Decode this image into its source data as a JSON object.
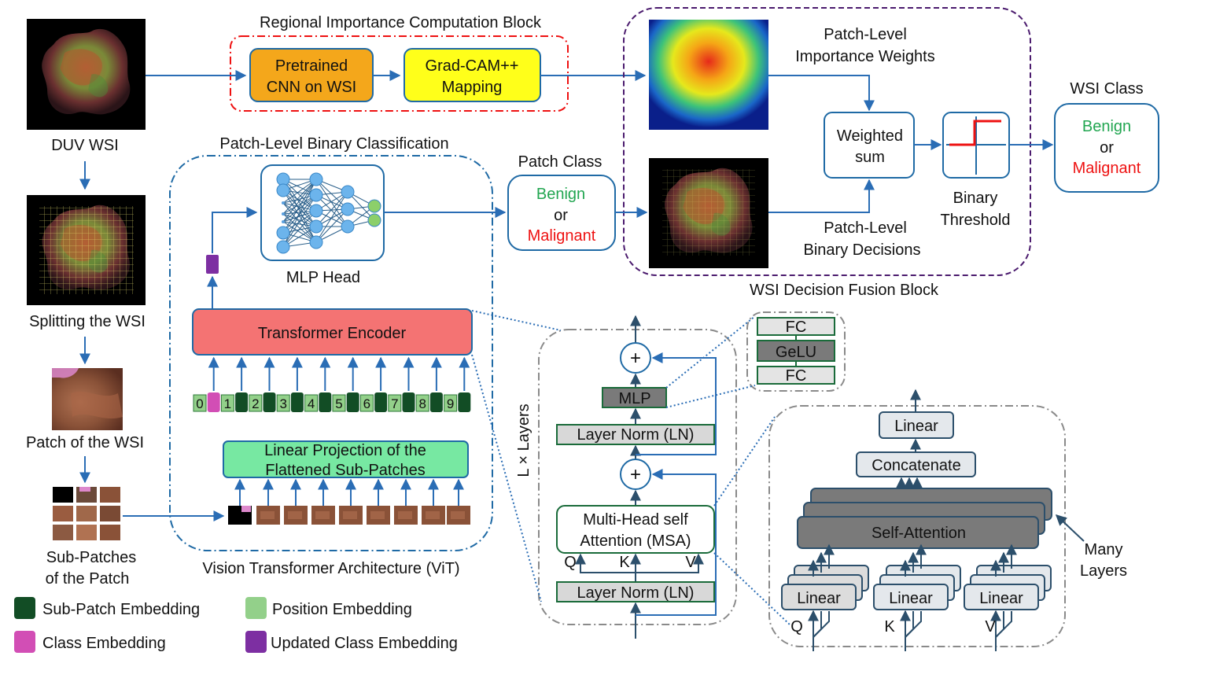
{
  "colors": {
    "arrow": "#2a6db5",
    "box_border": "#1f6aa5",
    "benign": "#22a651",
    "malignant": "#ee1111",
    "cnn_fill": "#f4a71b",
    "gradcam_fill": "#ffff1a",
    "transformer_fill": "#f47373",
    "linear_proj_fill": "#77e8a2",
    "subpatch_embed": "#124d25",
    "position_embed": "#93d08a",
    "class_embed": "#d24eb5",
    "updated_class_embed": "#7d2fa2",
    "red_dashdot": "#ee1111",
    "purple_dashed": "#4b1b6e",
    "gray_dashed": "#8a8a8a"
  },
  "labels": {
    "duv_wsi": "DUV WSI",
    "splitting": "Splitting the WSI",
    "patch_of_wsi": "Patch of the WSI",
    "subpatches_line1": "Sub-Patches",
    "subpatches_line2": "of the Patch",
    "regional_block": "Regional Importance Computation Block",
    "cnn_line1": "Pretrained",
    "cnn_line2": "CNN on WSI",
    "gradcam_line1": "Grad-CAM++",
    "gradcam_line2": "Mapping",
    "patch_level_binary_classification": "Patch-Level Binary Classification",
    "mlp_head": "MLP Head",
    "transformer_encoder": "Transformer Encoder",
    "linear_proj_line1": "Linear Projection of the",
    "linear_proj_line2": "Flattened Sub-Patches",
    "vit": "Vision Transformer Architecture (ViT)",
    "patch_class": "Patch Class",
    "benign": "Benign",
    "or": "or",
    "malignant": "Malignant",
    "importance_weights_line1": "Patch-Level",
    "importance_weights_line2": "Importance Weights",
    "binary_decisions_line1": "Patch-Level",
    "binary_decisions_line2": "Binary Decisions",
    "weighted_line1": "Weighted",
    "weighted_line2": "sum",
    "binary_threshold_line1": "Binary",
    "binary_threshold_line2": "Threshold",
    "wsi_class": "WSI Class",
    "fusion_block": "WSI Decision Fusion Block",
    "l_layers": "L × Layers",
    "plus": "+",
    "mlp": "MLP",
    "layer_norm": "Layer Norm (LN)",
    "msa_line1": "Multi-Head self",
    "msa_line2": "Attention (MSA)",
    "q": "Q",
    "k": "K",
    "v": "V",
    "fc": "FC",
    "gelu": "GeLU",
    "linear": "Linear",
    "concatenate": "Concatenate",
    "self_attention": "Self-Attention",
    "many_line1": "Many",
    "many_line2": "Layers"
  },
  "tokens": [
    "0",
    "1",
    "2",
    "3",
    "4",
    "5",
    "6",
    "7",
    "8",
    "9"
  ],
  "legend": [
    {
      "label": "Sub-Patch Embedding",
      "color": "#124d25"
    },
    {
      "label": "Position Embedding",
      "color": "#93d08a"
    },
    {
      "label": "Class Embedding",
      "color": "#d24eb5"
    },
    {
      "label": "Updated Class Embedding",
      "color": "#7d2fa2"
    }
  ]
}
